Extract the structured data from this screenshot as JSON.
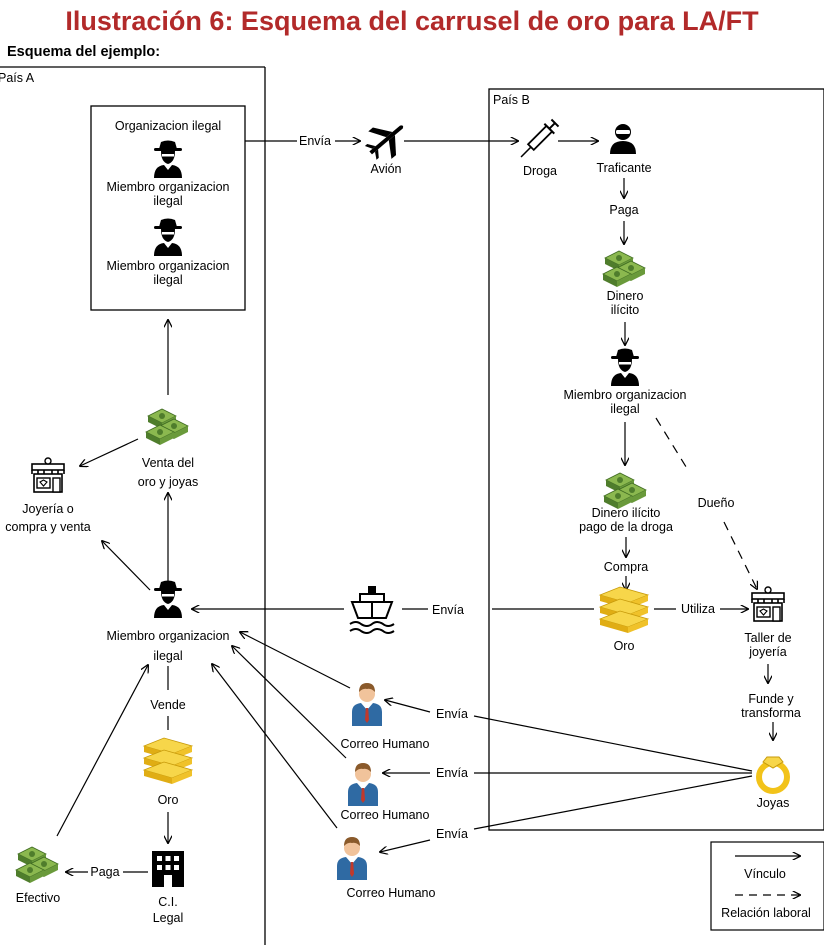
{
  "title": "Ilustración 6: Esquema del carrusel de oro para LA/FT",
  "subtitle": "Esquema del ejemplo:",
  "regions": {
    "country_a": "País A",
    "country_b": "País B"
  },
  "org_box": {
    "title": "Organizacion ilegal",
    "member1": [
      "Miembro organizacion",
      "ilegal"
    ],
    "member2": [
      "Miembro organizacion",
      "ilegal"
    ]
  },
  "country_a": {
    "venta": [
      "Venta del",
      "oro y joyas"
    ],
    "joyeria": [
      "Joyería o",
      "compra y venta"
    ],
    "member": [
      "Miembro organizacion",
      "ilegal"
    ],
    "vende": "Vende",
    "oro": "Oro",
    "ci": [
      "C.I.",
      "Legal"
    ],
    "efectivo": "Efectivo",
    "paga": "Paga"
  },
  "country_b": {
    "droga": "Droga",
    "traficante": "Traficante",
    "paga": "Paga",
    "dinero": [
      "Dinero",
      "ilícito"
    ],
    "member": [
      "Miembro organizacion",
      "ilegal"
    ],
    "dinero_droga": [
      "Dinero ilícito",
      "pago de la droga"
    ],
    "compra": "Compra",
    "oro": "Oro",
    "utiliza": "Utiliza",
    "dueno": "Dueño",
    "taller": [
      "Taller de",
      "joyería"
    ],
    "funde": [
      "Funde y",
      "transforma"
    ],
    "joyas": "Joyas"
  },
  "transport": {
    "envia_plane": "Envía",
    "avion": "Avión",
    "envia_ship": "Envía"
  },
  "couriers": {
    "label": "Correo Humano",
    "envia": "Envía"
  },
  "legend": {
    "vinculo": "Vínculo",
    "relacion": "Relación laboral"
  },
  "colors": {
    "title": "#b22a2a",
    "money": "#5e8a3a",
    "gold": "#f2c31a",
    "courier_suit": "#2f6aa3",
    "ring": "#f2c31a"
  }
}
